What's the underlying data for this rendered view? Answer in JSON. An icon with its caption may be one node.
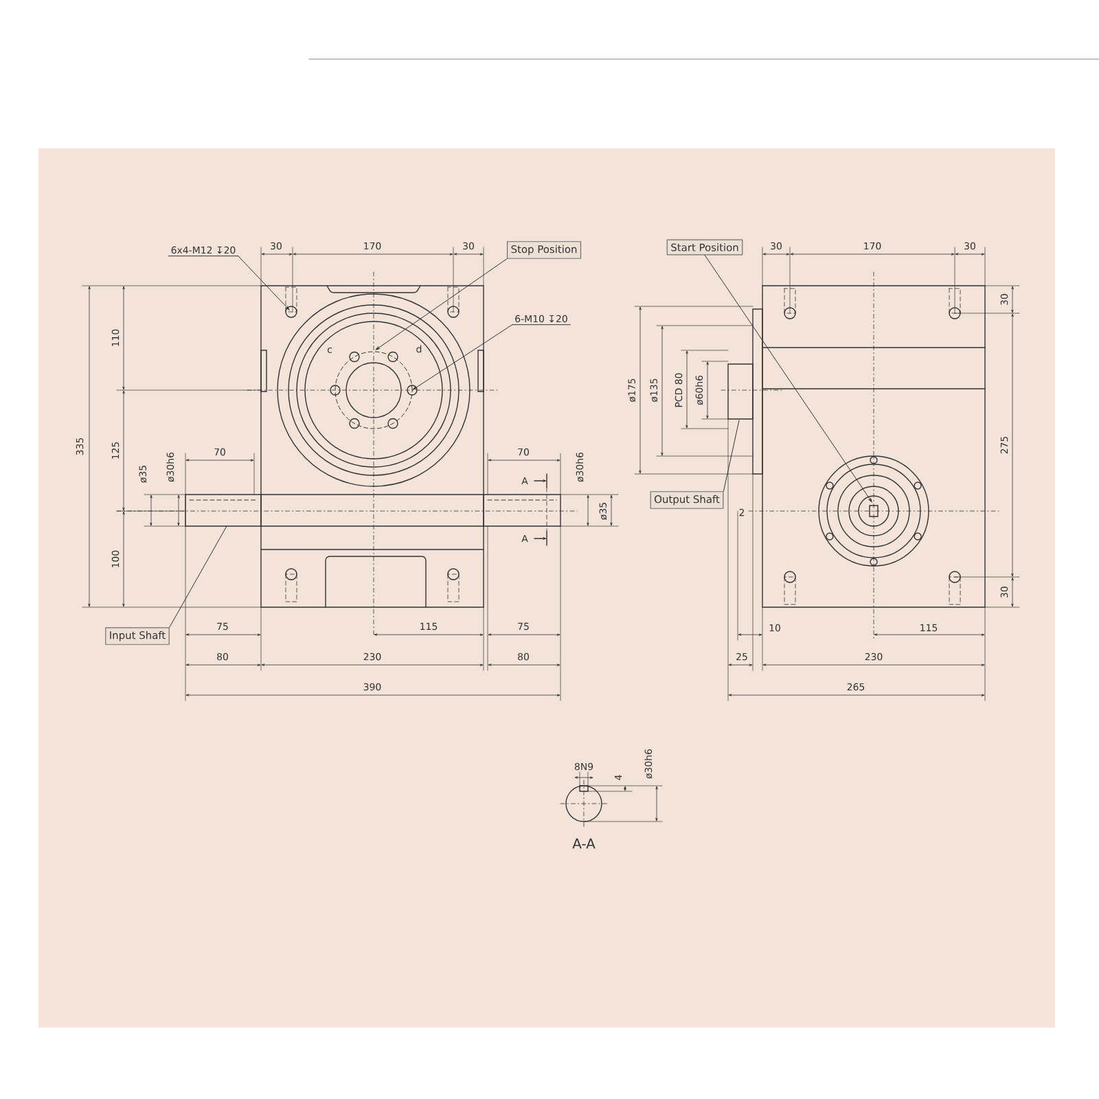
{
  "diagram": {
    "nodes": [
      {
        "text": [
          "6x4-M12 ↧20"
        ]
      },
      {
        "text": [
          "Stop Position"
        ]
      },
      {
        "text": [
          "6-M10 ↧20"
        ]
      },
      {
        "text": [
          "Input Shaft"
        ]
      },
      {
        "text": [
          "Start Position"
        ]
      },
      {
        "text": [
          "Output Shaft"
        ]
      }
    ],
    "edges": [
      {
        "from": 0,
        "to": null,
        "arrow": "to"
      },
      {
        "from": 1,
        "to": null,
        "arrow": "to"
      },
      {
        "from": 2,
        "to": null,
        "arrow": "to"
      },
      {
        "from": 3,
        "to": null,
        "arrow": "none"
      },
      {
        "from": 4,
        "to": null,
        "arrow": "to"
      },
      {
        "from": 5,
        "to": null,
        "arrow": "none"
      }
    ],
    "labels": [
      "30",
      "170",
      "30",
      "c",
      "d",
      "335",
      "110",
      "125",
      "100",
      "70",
      "ø35",
      "ø30h6",
      "70",
      "A",
      "ø30h6",
      "ø35",
      "A",
      "75",
      "115",
      "75",
      "80",
      "230",
      "80",
      "390",
      "30",
      "170",
      "30",
      "ø175",
      "ø135",
      "PCD 80",
      "ø60h6",
      "30",
      "275",
      "2",
      "30",
      "10",
      "115",
      "25",
      "230",
      "265",
      "8N9",
      "4",
      "ø30h6",
      "A-A"
    ]
  }
}
